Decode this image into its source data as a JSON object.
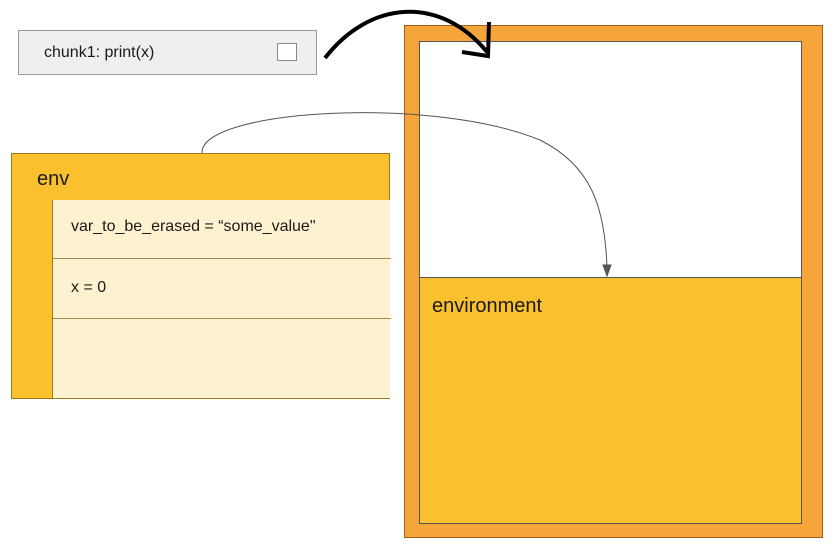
{
  "chunk": {
    "label": "chunk1: print(x)"
  },
  "env": {
    "title": "env",
    "rows": [
      "var_to_be_erased = “some_value\"",
      "x = 0",
      ""
    ]
  },
  "environment_box": {
    "label": "environment"
  }
}
